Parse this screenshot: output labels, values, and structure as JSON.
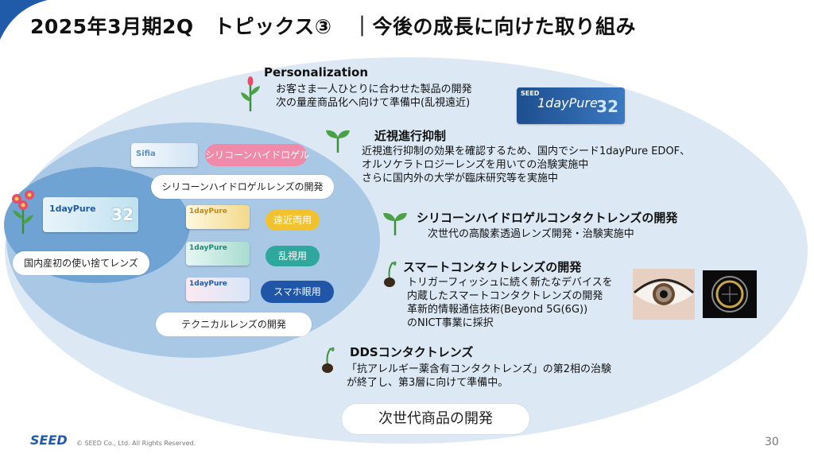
{
  "header": {
    "title": "2025年3月期2Q　トピックス③　｜今後の成長に向けた取り組み"
  },
  "inner": {
    "disposable_label": "国内産初の使い捨てレンズ",
    "silicone_tag": "シリコーンハイドロゲル",
    "silicone_dev_label": "シリコーンハイドロゲルレンズの開発",
    "technical_tags": [
      "遠近両用",
      "乱視用",
      "スマホ眼用"
    ],
    "technical_label": "テクニカルレンズの開発",
    "box_texts": [
      "Sifia",
      "1dayPure"
    ]
  },
  "topics": {
    "personalization": {
      "heading": "Personalization",
      "lines": [
        "お客さま一人ひとりに合わせた製品の開発",
        "次の量産商品化へ向けて準備中(乱視遠近)"
      ]
    },
    "myopia": {
      "heading": "近視進行抑制",
      "lines": [
        "近視進行抑制の効果を確認するため、国内でシード1dayPure EDOF、",
        "オルソケラトロジーレンズを用いての治験実施中",
        "さらに国内外の大学が臨床研究等を実施中"
      ]
    },
    "silicone": {
      "heading": "シリコーンハイドロゲルコンタクトレンズの開発",
      "lines": [
        "次世代の高酸素透過レンズ開発・治験実施中"
      ]
    },
    "smart": {
      "heading": "スマートコンタクトレンズの開発",
      "lines": [
        "トリガーフィッシュに続く新たなデバイスを",
        "内蔵したスマートコンタクトレンズの開発",
        "革新的情報通信技術(Beyond 5G(6G))",
        "のNICT事業に採択"
      ]
    },
    "dds": {
      "heading": "DDSコンタクトレンズ",
      "lines": [
        "「抗アレルギー薬含有コンタクトレンズ」の第2相の治験",
        "が終了し、第3層に向けて準備中。"
      ]
    }
  },
  "product_box": {
    "brand": "SEED",
    "name": "1dayPure",
    "number": "32"
  },
  "next_gen_label": "次世代商品の開発",
  "footer": {
    "logo": "SEED",
    "copyright": "© SEED Co., Ltd. All Rights Reserved.",
    "page_number": "30"
  },
  "colors": {
    "outer_oval": "#dce9f5",
    "middle_oval": "#a9c8e6",
    "inner_oval": "#6fa3d4",
    "brand_blue": "#1f5ba8",
    "tag_pink": "#f08aa9",
    "tag_yellow": "#f2c12e",
    "tag_teal": "#2ea79c",
    "tag_blue": "#1f56a8"
  }
}
